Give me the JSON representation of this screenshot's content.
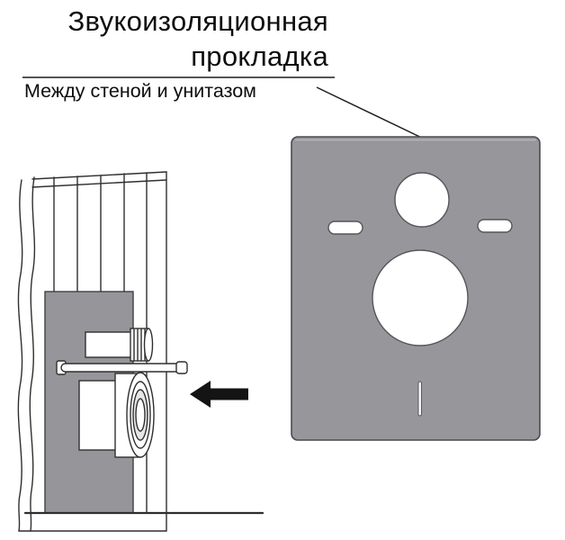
{
  "header": {
    "title_line1": "Звукоизоляционная",
    "title_line2": "прокладка",
    "subtitle": "Между стеной и унитазом"
  },
  "colors": {
    "background": "#ffffff",
    "panel_gray": "#97979b",
    "gasket_gray": "#96969a",
    "line": "#2f2f2f",
    "arrow": "#141414"
  },
  "figures": {
    "gasket_panel": "sound-insulation-gasket-panel",
    "installation_view": "wall-side-view-with-toilet-connections",
    "arrow": "left-arrow"
  }
}
